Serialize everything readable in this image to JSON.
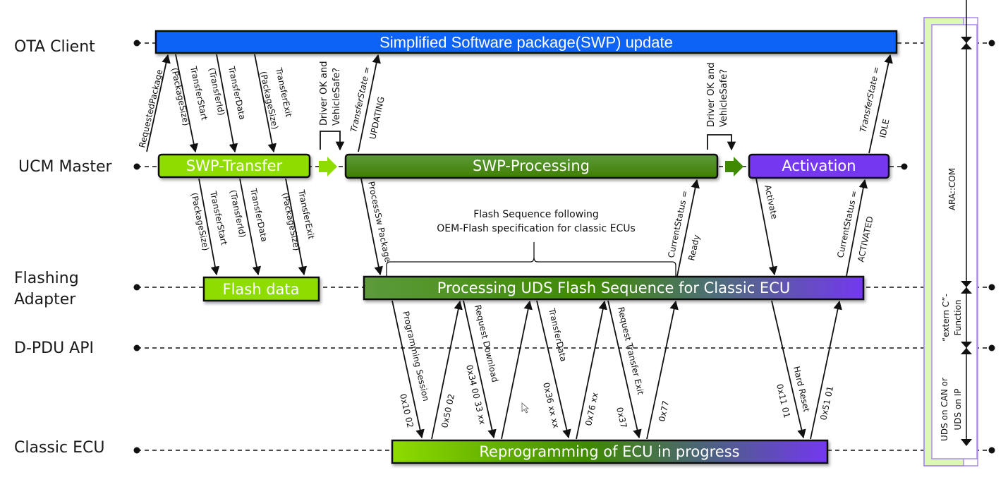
{
  "lanes": {
    "ota_client": "OTA Client",
    "ucm_master": "UCM Master",
    "flashing_adapter_1": "Flashing",
    "flashing_adapter_2": "Adapter",
    "dpdu_api": "D-PDU API",
    "classic_ecu": "Classic ECU"
  },
  "boxes": {
    "swp_update": "Simplified Software package(SWP) update",
    "swp_transfer": "SWP-Transfer",
    "swp_processing": "SWP-Processing",
    "activation": "Activation",
    "flash_data": "Flash data",
    "processing_uds": "Processing UDS Flash Sequence for Classic ECU",
    "reprogramming": "Reprogramming of ECU in progress"
  },
  "ota_ucm_messages": {
    "requested_package": "RequestedPackage",
    "package_size_1": "(PackageSize)",
    "transfer_start": "TransferStart",
    "transfer_id": "(TransferId)",
    "transfer_data": "TransferData",
    "package_size_2": "(PackageSize)",
    "transfer_exit": "TransferExit",
    "driver_ok_1a": "Driver OK and",
    "driver_ok_1b": "VehicleSafe?",
    "transfer_state_updating_a": "TransferState =",
    "transfer_state_updating_b": "UPDATING",
    "driver_ok_2a": "Driver OK and",
    "driver_ok_2b": "VehicleSafe?",
    "transfer_state_idle_a": "TransferState =",
    "transfer_state_idle_b": "IDLE"
  },
  "ucm_fa_messages": {
    "package_size_1": "(PackageSize)",
    "transfer_start": "TransferStart",
    "transfer_id": "(TransferId)",
    "transfer_data": "TransferData",
    "package_size_2": "(PackageSize)",
    "transfer_exit": "TransferExit",
    "process_sw_package": "ProcessSw Package",
    "current_status_ready_a": "CurrentStatus =",
    "current_status_ready_b": "Ready",
    "activate": "Activate",
    "current_status_activated_a": "CurrentStatus =",
    "current_status_activated_b": "ACTIVATED"
  },
  "flash_note": {
    "line1": "Flash Sequence following",
    "line2": "OEM-Flash specification for classic ECUs"
  },
  "uds_messages": {
    "programming_session": "Programming Session",
    "code_1002": "0x10 02",
    "code_5002": "0x50 02",
    "request_download": "Request Download",
    "code_34": "0x34 00 33 xx",
    "transfer_data": "TransferData",
    "code_36": "0x36 xx xx",
    "code_76": "0x76 xx",
    "request_transfer_exit": "Request Transfer Exit",
    "code_37": "0x37",
    "code_77": "0x77",
    "hard_reset": "Hard Reset",
    "code_1101": "0x11 01",
    "code_5101": "0x51 01"
  },
  "side_panel": {
    "ara_com": "ARA::COM",
    "extern_c_a": "“extern C”-",
    "extern_c_b": "Function",
    "uds_a": "UDS on CAN or",
    "uds_b": "UDS on IP"
  },
  "colors": {
    "ota_blue": "#0B63F6",
    "light_green": "#8EDC00",
    "dark_green": "#3F7E00",
    "purple": "#7438F0",
    "panel_green": "#DDF7B5",
    "panel_border": "#A98AF0"
  }
}
